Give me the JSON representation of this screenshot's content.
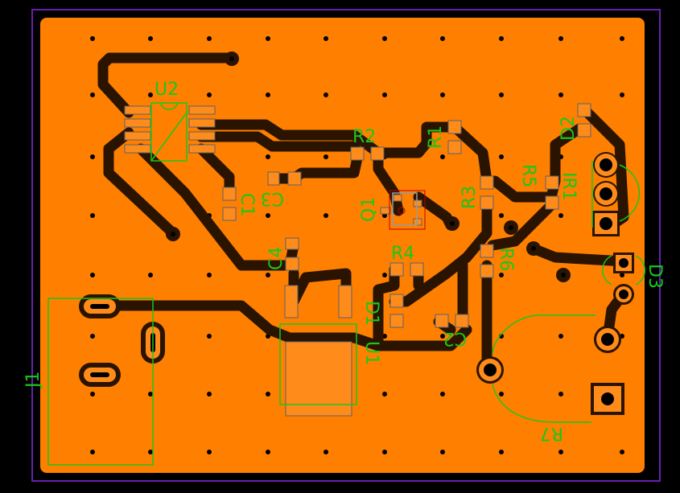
{
  "board": {
    "copper_color": "#ff7f00",
    "clearance_color": "#2a1400",
    "silkscreen_color": "#19c819",
    "outline_color": "#6a1fb0",
    "background_color": "#000000"
  },
  "components": {
    "U2": "U2",
    "R2": "R2",
    "R1": "R1",
    "C3": "C3",
    "C1": "C1",
    "Q1": "Q1",
    "R3": "R3",
    "R4": "R4",
    "C4": "C4",
    "D1": "D1",
    "U1": "U1",
    "C2": "C2",
    "R6": "R6",
    "IR1": "IR1",
    "R5": "R5",
    "D2": "D2",
    "D3": "D3",
    "J1": "J1",
    "R7": "R7"
  }
}
